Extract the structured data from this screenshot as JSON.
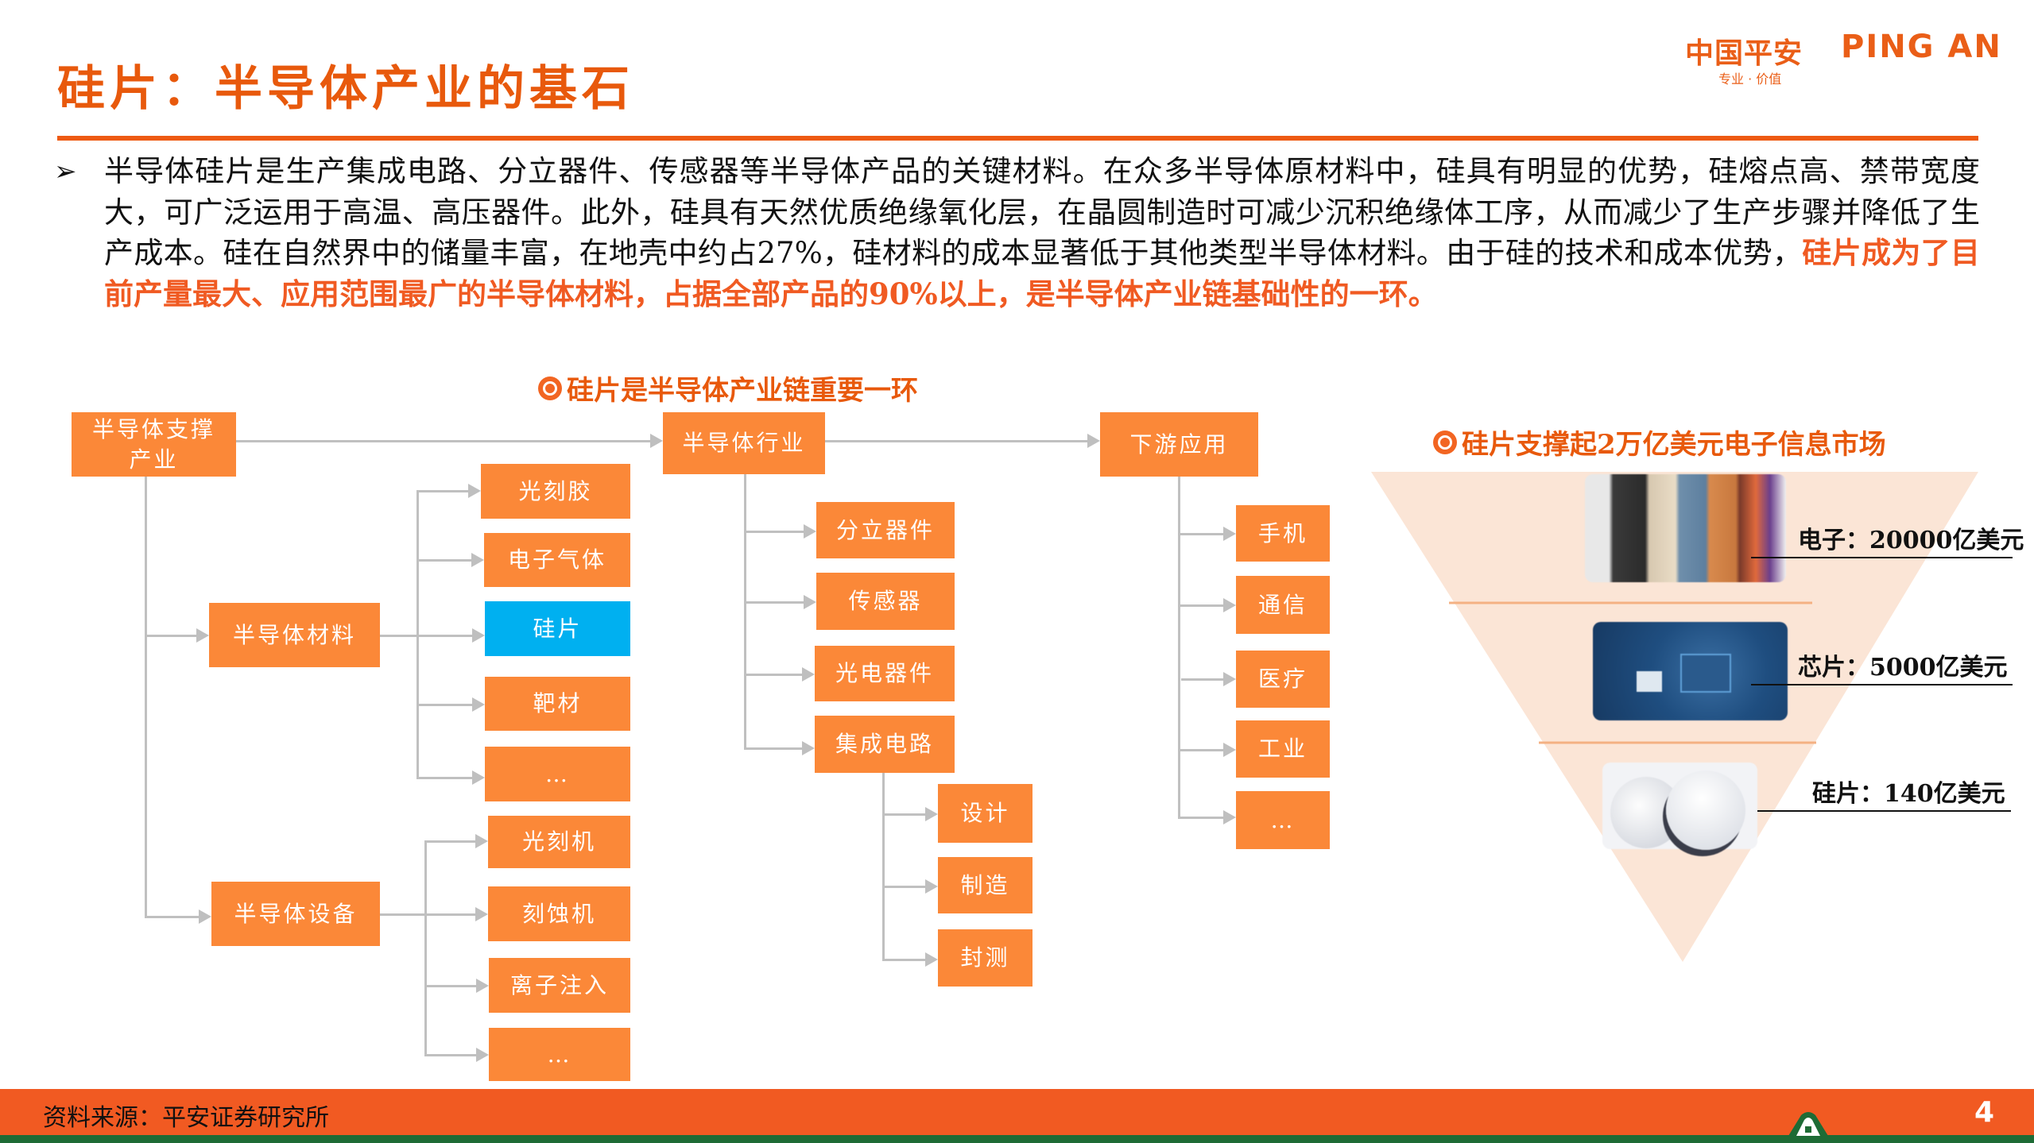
{
  "header": {
    "title": "硅片：半导体产业的基石",
    "logo": {
      "cn": "中国平安",
      "en": "PING AN",
      "slogan": "专业 · 价值"
    },
    "accent_color": "#ee5a12"
  },
  "body": {
    "bullet_icon": "arrow-bullet-icon",
    "paragraph_normal": "半导体硅片是生产集成电路、分立器件、传感器等半导体产品的关键材料。在众多半导体原材料中，硅具有明显的优势，硅熔点高、禁带宽度大，可广泛运用于高温、高压器件。此外，硅具有天然优质绝缘氧化层，在晶圆制造时可减少沉积绝缘体工序，从而减少了生产步骤并降低了生产成本。硅在自然界中的储量丰富，在地壳中约占27%，硅材料的成本显著低于其他类型半导体材料。由于硅的技术和成本优势，",
    "paragraph_highlight": "硅片成为了目前产量最大、应用范围最广的半导体材料，占据全部产品的90%以上，是半导体产业链基础性的一环。",
    "highlight_color": "#f05a22"
  },
  "diagram": {
    "title": "硅片是半导体产业链重要一环",
    "top": {
      "support": "半导体支撑\n产业",
      "industry": "半导体行业",
      "downstream": "下游应用"
    },
    "materials": {
      "label": "半导体材料",
      "items": [
        "光刻胶",
        "电子气体",
        "硅片",
        "靶材",
        "…"
      ]
    },
    "equipment": {
      "label": "半导体设备",
      "items": [
        "光刻机",
        "刻蚀机",
        "离子注入",
        "…"
      ]
    },
    "industry_items": [
      "分立器件",
      "传感器",
      "光电器件",
      "集成电路"
    ],
    "ic_items": [
      "设计",
      "制造",
      "封测"
    ],
    "downstream_items": [
      "手机",
      "通信",
      "医疗",
      "工业",
      "…"
    ],
    "box_color": "#fb8838",
    "highlight_box_color": "#00b0f0"
  },
  "pyramid": {
    "title": "硅片支撑起2万亿美元电子信息市场",
    "tiers": [
      {
        "label": "电子：20000亿美元",
        "image": "smartphones-image"
      },
      {
        "label": "芯片：5000亿美元",
        "image": "circuit-board-image"
      },
      {
        "label": "硅片：140亿美元",
        "image": "silicon-wafer-image"
      }
    ],
    "fill_color": "#fbe5d6"
  },
  "footer": {
    "source": "资料来源：平安证券研究所",
    "page": "4"
  }
}
